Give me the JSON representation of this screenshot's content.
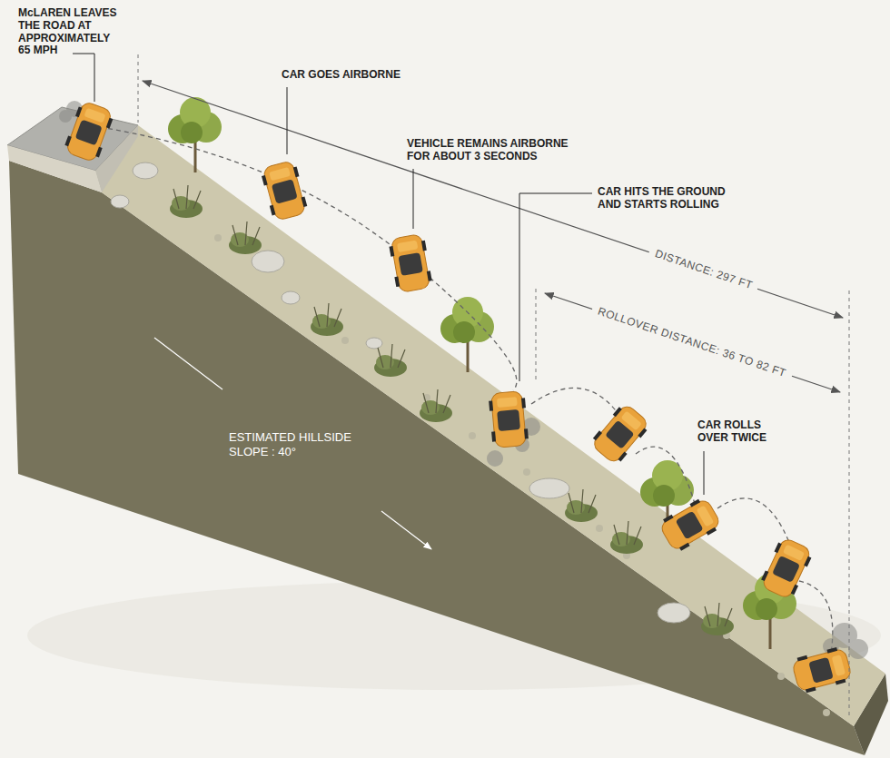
{
  "diagram": {
    "labels": [
      "McLAREN LEAVES THE ROAD AT APPROXIMATELY 65 MPH",
      "CAR GOES AIRBORNE",
      "VEHICLE REMAINS AIRBORNE FOR ABOUT 3 SECONDS",
      "CAR HITS THE GROUND AND STARTS ROLLING",
      "DISTANCE: 297 FT",
      "ROLLOVER DISTANCE: 36 TO 82 FT",
      "CAR ROLLS OVER TWICE",
      "ESTIMATED HILLSIDE SLOPE : 40°"
    ]
  }
}
